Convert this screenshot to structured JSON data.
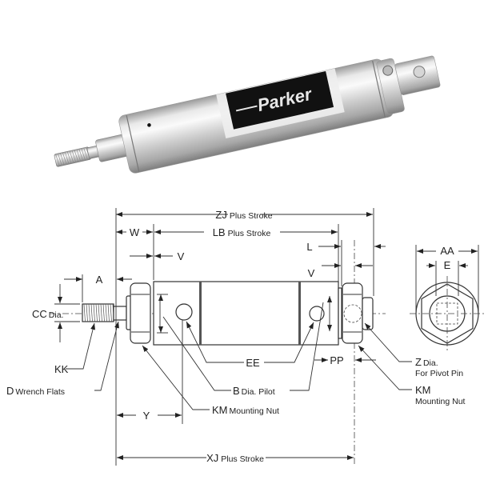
{
  "photo": {
    "brand_logo": "Parker",
    "colors": {
      "steel_light": "#f2f2f2",
      "steel_mid": "#c9c9c9",
      "steel_dark": "#8e8e8e",
      "label_band": "#111111"
    }
  },
  "drawing": {
    "dims": {
      "zj": {
        "code": "ZJ",
        "text": "Plus Stroke"
      },
      "lb": {
        "code": "LB",
        "text": "Plus Stroke"
      },
      "w": "W",
      "v_left": "V",
      "l": "L",
      "v_right": "V",
      "a": "A",
      "cc": {
        "code": "CC",
        "text": "Dia."
      },
      "y": "Y",
      "xj": {
        "code": "XJ",
        "text": "Plus Stroke"
      },
      "pp": "PP",
      "aa": "AA",
      "e": "E"
    },
    "callouts": {
      "kk": "KK",
      "d": {
        "code": "D",
        "text": "Wrench Flats"
      },
      "ee": "EE",
      "b": {
        "code": "B",
        "text": "Dia. Pilot"
      },
      "km_left": {
        "code": "KM",
        "text": "Mounting Nut"
      },
      "z": {
        "code": "Z",
        "text": "Dia.",
        "line2": "For Pivot Pin"
      },
      "km_right": {
        "code": "KM",
        "line2": "Mounting Nut"
      }
    }
  }
}
